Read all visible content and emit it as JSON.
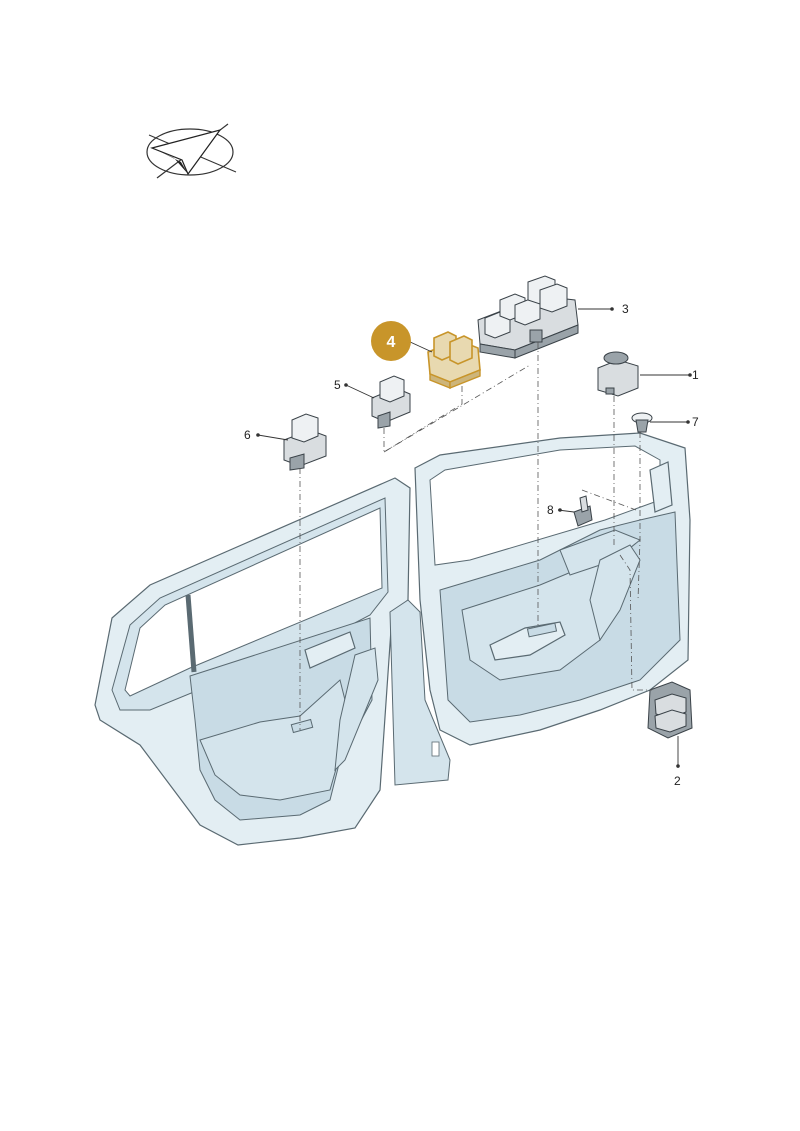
{
  "callouts": {
    "c1": "1",
    "c2": "2",
    "c3": "3",
    "c4": "4",
    "c5": "5",
    "c6": "6",
    "c7": "7",
    "c8": "8"
  },
  "colors": {
    "highlight_badge": "#c8952a",
    "door_fill": "#e3eef3",
    "line": "#333333"
  },
  "icons": {
    "logo": "paper-plane-check-icon"
  }
}
